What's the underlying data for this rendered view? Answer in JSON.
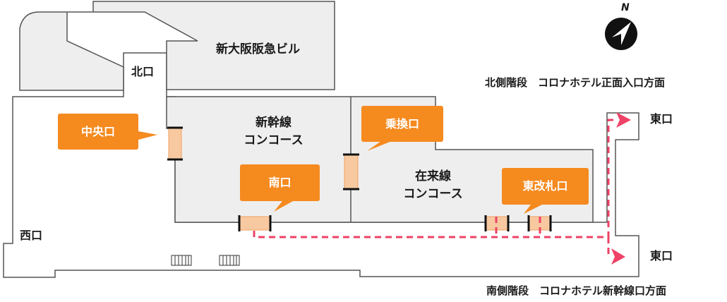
{
  "buildings": {
    "shin_osaka_hankyu": "新大阪阪急ビル"
  },
  "concourses": {
    "shinkansen": [
      "新幹線",
      "コンコース"
    ],
    "zairaisen": [
      "在来線",
      "コンコース"
    ]
  },
  "gates": {
    "chuo": "中央口",
    "minami": "南口",
    "norikae": "乗換口",
    "higashi_kaisatsu": "東改札口"
  },
  "exits": {
    "kita": "北口",
    "nishi": "西口",
    "higashi_north": "東口",
    "higashi_south": "東口"
  },
  "stairs": {
    "north": "北側階段　コロナホテル正面入口方面",
    "south": "南側階段　コロナホテル新幹線口方面"
  },
  "compass": {
    "label": "N",
    "icon": "north-arrow-icon"
  },
  "colors": {
    "callout": "#f58a1f",
    "gate_fill": "#f8c9a0",
    "route": "#ee4266",
    "building_fill": "#eeeeee",
    "outline": "#555555"
  }
}
